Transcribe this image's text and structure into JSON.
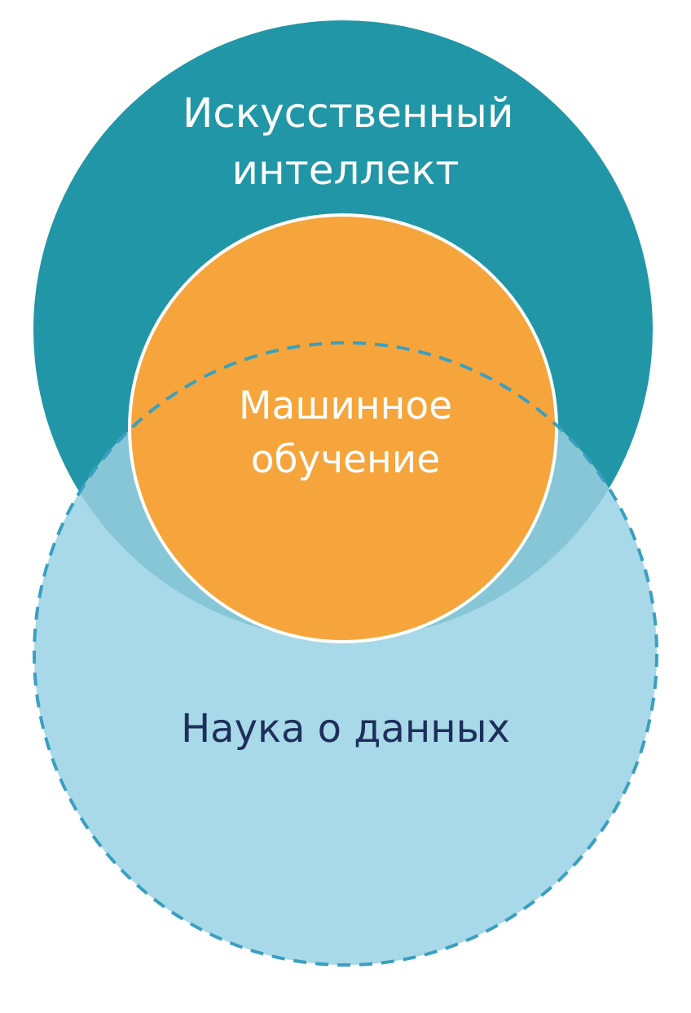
{
  "diagram": {
    "type": "venn",
    "colors": {
      "background": "#ffffff",
      "artificial_intelligence": "#2196a6",
      "machine_learning": "#f5a53c",
      "data_science": "#a8d9e8",
      "overlap_ai_ds": "#87c6d6",
      "dashed_outline": "#3a9fc0",
      "ds_text": "#1d2f5a",
      "light_text": "#ffffff"
    },
    "circles": {
      "artificial_intelligence": {
        "label_lines": [
          "Искусственный",
          "интеллект"
        ],
        "outline": "solid"
      },
      "machine_learning": {
        "label_lines": [
          "Машинное",
          "обучение"
        ],
        "outline": "solid-white"
      },
      "data_science": {
        "label_lines": [
          "Наука о данных"
        ],
        "outline": "dashed"
      }
    }
  }
}
